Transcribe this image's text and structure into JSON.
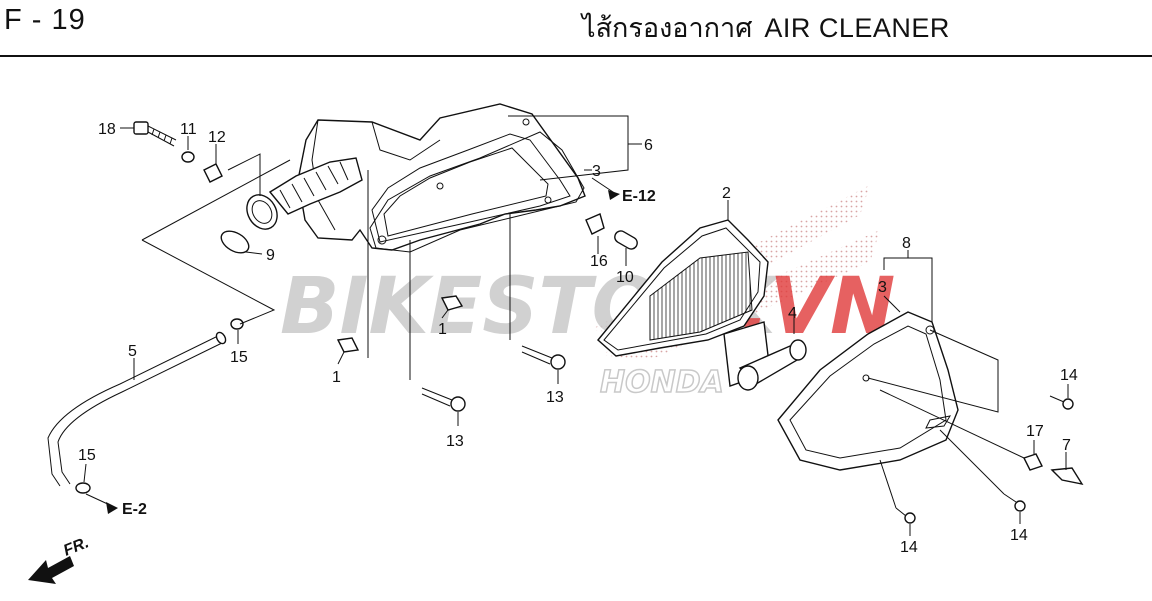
{
  "header": {
    "page_code": "F - 19",
    "title_thai": "ไส้กรองอากาศ",
    "title_en": "AIR CLEANER"
  },
  "watermark": {
    "text_main": "BIKESTOCK",
    "text_accent": ".VN",
    "text_sub": "HONDA",
    "color_main": "#c9c9c9",
    "color_accent": "#e03a3a"
  },
  "callouts": [
    {
      "id": "c18",
      "number": "18"
    },
    {
      "id": "c11",
      "number": "11"
    },
    {
      "id": "c12",
      "number": "12"
    },
    {
      "id": "c6",
      "number": "6"
    },
    {
      "id": "c3a",
      "number": "3"
    },
    {
      "id": "c2",
      "number": "2"
    },
    {
      "id": "c9",
      "number": "9"
    },
    {
      "id": "c16",
      "number": "16"
    },
    {
      "id": "c10",
      "number": "10"
    },
    {
      "id": "c8",
      "number": "8"
    },
    {
      "id": "c3b",
      "number": "3"
    },
    {
      "id": "c1a",
      "number": "1"
    },
    {
      "id": "c4",
      "number": "4"
    },
    {
      "id": "c5",
      "number": "5"
    },
    {
      "id": "c15a",
      "number": "15"
    },
    {
      "id": "c1b",
      "number": "1"
    },
    {
      "id": "c13a",
      "number": "13"
    },
    {
      "id": "c14a",
      "number": "14"
    },
    {
      "id": "c13b",
      "number": "13"
    },
    {
      "id": "c17",
      "number": "17"
    },
    {
      "id": "c7",
      "number": "7"
    },
    {
      "id": "c15b",
      "number": "15"
    },
    {
      "id": "c14b",
      "number": "14"
    },
    {
      "id": "c14c",
      "number": "14"
    }
  ],
  "references": {
    "e12": "E-12",
    "e2": "E-2",
    "front": "FR."
  }
}
